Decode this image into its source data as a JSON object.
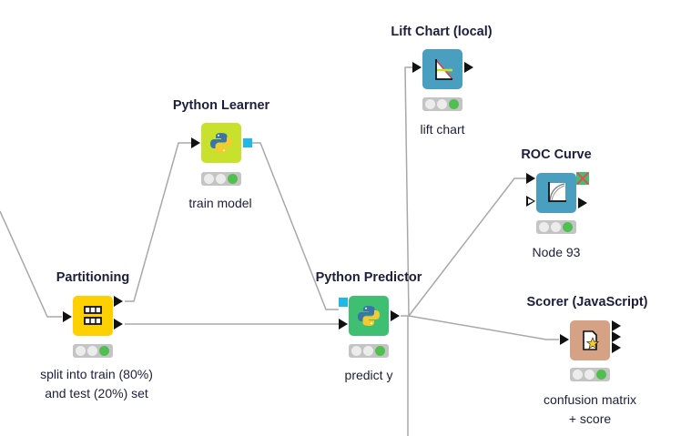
{
  "workflow": {
    "nodes": [
      {
        "id": "partitioning",
        "title": "Partitioning",
        "description": [
          "split into train (80%)",
          "and test (20%) set"
        ],
        "color": "#ffd000",
        "icon": "table-partition-icon",
        "status": "executed"
      },
      {
        "id": "python-learner",
        "title": "Python Learner",
        "description": [
          "train model"
        ],
        "color": "#c7e12c",
        "icon": "python-icon",
        "status": "executed"
      },
      {
        "id": "python-predictor",
        "title": "Python Predictor",
        "description": [
          "predict y"
        ],
        "color": "#3ebf72",
        "icon": "python-icon",
        "status": "executed"
      },
      {
        "id": "lift-chart",
        "title": "Lift Chart (local)",
        "description": [
          "lift chart"
        ],
        "color": "#4a9fc0",
        "icon": "lift-chart-icon",
        "status": "executed"
      },
      {
        "id": "roc-curve",
        "title": "ROC Curve",
        "description": [
          "Node 93"
        ],
        "color": "#4a9fc0",
        "icon": "roc-curve-icon",
        "status": "executed"
      },
      {
        "id": "scorer",
        "title": "Scorer (JavaScript)",
        "description": [
          "confusion matrix",
          "+ score"
        ],
        "color": "#d6a285",
        "icon": "scorer-document-icon",
        "status": "executed"
      }
    ],
    "colors": {
      "connection": "#a8a8a8",
      "model_port": "#22b7e5",
      "status_green": "#4fc04f",
      "status_off": "#ececec",
      "status_bg": "#c4c4c4"
    }
  }
}
